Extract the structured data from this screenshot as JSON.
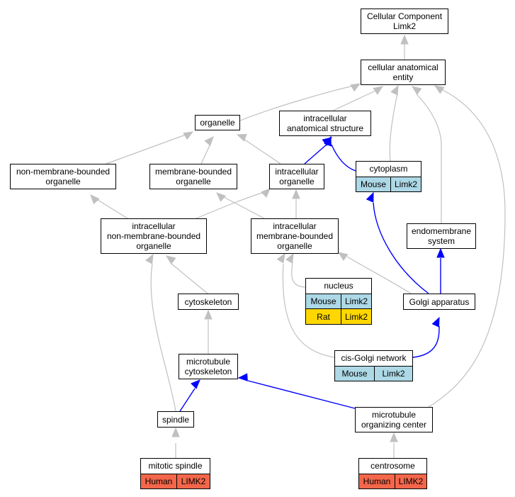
{
  "colors": {
    "gray_edge": "#c0c0c0",
    "blue_edge": "#0000ff",
    "mouse_cell": "#add8e6",
    "rat_cell": "#ffd700",
    "human_cell": "#f4664a"
  },
  "nodes": {
    "root": "Cellular Component\nLimk2",
    "entity": "cellular anatomical\nentity",
    "organelle": "organelle",
    "ias": "intracellular\nanatomical structure",
    "nmbo": "non-membrane-bounded\norganelle",
    "mbo": "membrane-bounded\norganelle",
    "io": "intracellular\norganelle",
    "inmbo": "intracellular\nnon-membrane-bounded\norganelle",
    "imbo": "intracellular\nmembrane-bounded\norganelle",
    "endo": "endomembrane\nsystem",
    "cytoskeleton": "cytoskeleton",
    "golgi": "Golgi apparatus",
    "mtc": "microtubule\ncytoskeleton",
    "spindle": "spindle",
    "mtoc": "microtubule\norganizing center"
  },
  "tables": {
    "cytoplasm": {
      "title": "cytoplasm",
      "rows": [
        [
          "Mouse",
          "Limk2"
        ]
      ]
    },
    "nucleus": {
      "title": "nucleus",
      "rows": [
        [
          "Mouse",
          "Limk2"
        ],
        [
          "Rat",
          "Limk2"
        ]
      ]
    },
    "cisgolgi": {
      "title": "cis-Golgi network",
      "rows": [
        [
          "Mouse",
          "Limk2"
        ]
      ]
    },
    "mitotic": {
      "title": "mitotic spindle",
      "rows": [
        [
          "Human",
          "LIMK2"
        ]
      ]
    },
    "centrosome": {
      "title": "centrosome",
      "rows": [
        [
          "Human",
          "LIMK2"
        ]
      ]
    }
  }
}
